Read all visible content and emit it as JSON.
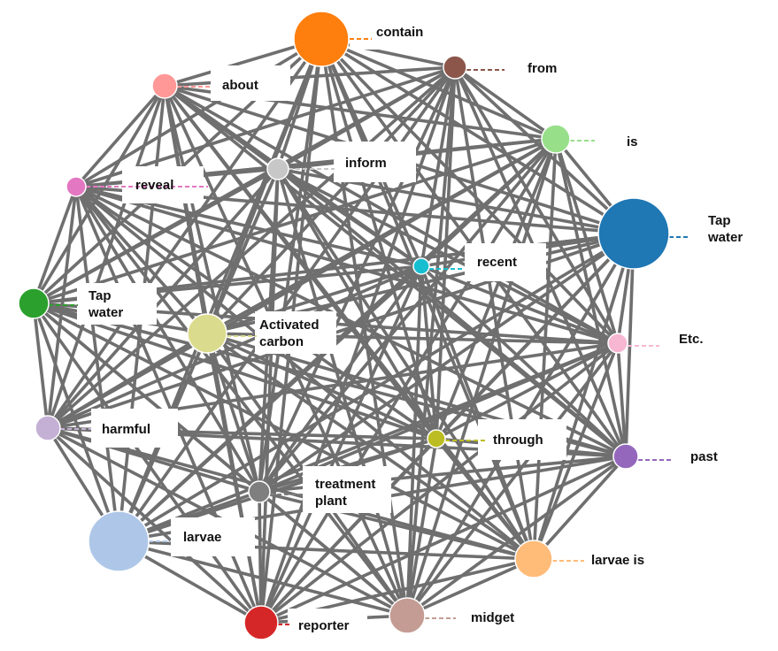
{
  "nodes": [
    {
      "id": "contain",
      "label": [
        "contain"
      ],
      "color": "#ff7f0e"
    },
    {
      "id": "from",
      "label": [
        "from"
      ],
      "color": "#8c564b"
    },
    {
      "id": "about",
      "label": [
        "about"
      ],
      "color": "#ff9896"
    },
    {
      "id": "is",
      "label": [
        "is"
      ],
      "color": "#98df8a"
    },
    {
      "id": "inform",
      "label": [
        "inform"
      ],
      "color": "#c7c7c7"
    },
    {
      "id": "reveal",
      "label": [
        "reveal"
      ],
      "color": "#e377c2"
    },
    {
      "id": "tap-water-right",
      "label": [
        "Tap",
        "water"
      ],
      "color": "#1f77b4"
    },
    {
      "id": "recent",
      "label": [
        "recent"
      ],
      "color": "#17becf"
    },
    {
      "id": "tap-water-left",
      "label": [
        "Tap",
        "water"
      ],
      "color": "#2ca02c"
    },
    {
      "id": "activated-carbon",
      "label": [
        "Activated",
        "carbon"
      ],
      "color": "#dbdb8d"
    },
    {
      "id": "etc",
      "label": [
        "Etc."
      ],
      "color": "#f7b6d2"
    },
    {
      "id": "harmful",
      "label": [
        "harmful"
      ],
      "color": "#c5b0d5"
    },
    {
      "id": "through",
      "label": [
        "through"
      ],
      "color": "#bcbd22"
    },
    {
      "id": "past",
      "label": [
        "past"
      ],
      "color": "#9467bd"
    },
    {
      "id": "treatment-plant",
      "label": [
        "treatment",
        "plant"
      ],
      "color": "#7f7f7f"
    },
    {
      "id": "larvae",
      "label": [
        "larvae"
      ],
      "color": "#aec7e8"
    },
    {
      "id": "larvae-is",
      "label": [
        "larvae is"
      ],
      "color": "#ffbb78"
    },
    {
      "id": "midget",
      "label": [
        "midget"
      ],
      "color": "#c49c94"
    },
    {
      "id": "reporter",
      "label": [
        "reporter"
      ],
      "color": "#d62728"
    }
  ],
  "edge_color": "#6f6f6f"
}
